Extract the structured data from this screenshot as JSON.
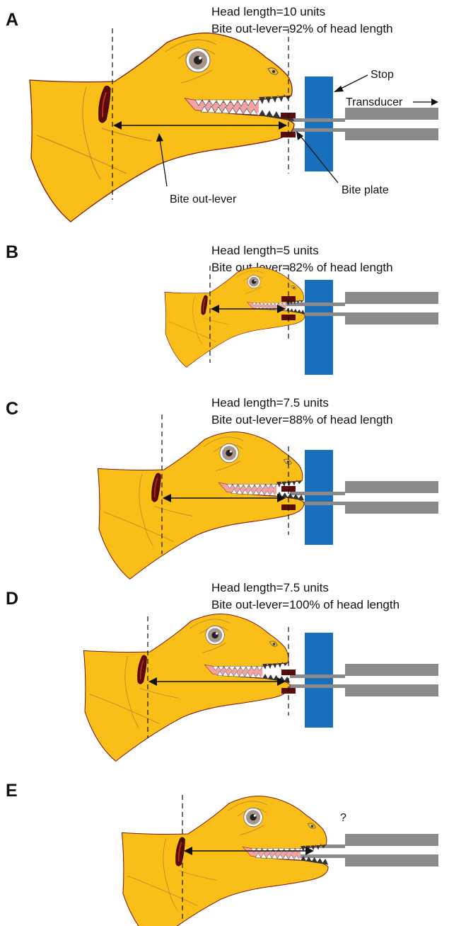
{
  "colors": {
    "head": "#F9BE17",
    "outline": "#7A1A14",
    "stop_block": "#1870BD",
    "transducer": "#8A8A8A",
    "bite_plate": "#5A0C0C",
    "mouth": "#F3A3A3",
    "eye_iris": "#A8948E"
  },
  "labels": {
    "stop": "Stop",
    "transducer": "Transducer",
    "bite_out_lever": "Bite out-lever",
    "bite_plate": "Bite plate",
    "question": "?"
  },
  "panels": [
    {
      "letter": "A",
      "head_length": "Head length=10 units",
      "out_lever": "Bite out-lever=92% of head length"
    },
    {
      "letter": "B",
      "head_length": "Head length=5 units",
      "out_lever": "Bite out-lever=82% of head length"
    },
    {
      "letter": "C",
      "head_length": "Head length=7.5 units",
      "out_lever": "Bite out-lever=88% of head length"
    },
    {
      "letter": "D",
      "head_length": "Head length=7.5 units",
      "out_lever": "Bite out-lever=100% of head length"
    },
    {
      "letter": "E"
    }
  ]
}
